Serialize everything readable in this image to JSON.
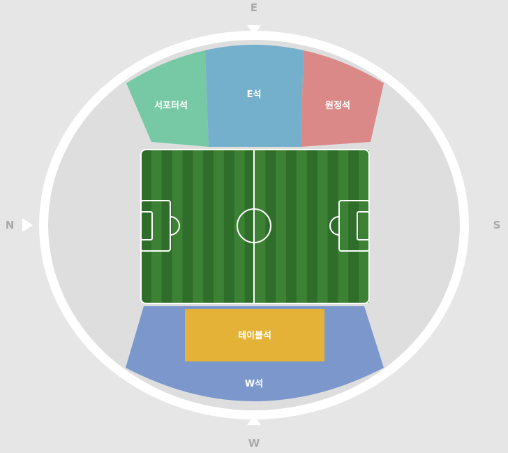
{
  "compass": {
    "north": "N",
    "south": "S",
    "east": "E",
    "west": "W"
  },
  "sections": {
    "supporters": {
      "label": "서포터석",
      "color": "#77c9a6"
    },
    "east": {
      "label": "E석",
      "color": "#74b0cc"
    },
    "away": {
      "label": "원정석",
      "color": "#da8888"
    },
    "table": {
      "label": "테이블석",
      "color": "#e3b236"
    },
    "west": {
      "label": "W석",
      "color": "#7b97cc"
    }
  },
  "colors": {
    "background": "#e6e6e6",
    "ring": "#ffffff",
    "inner": "#dedede",
    "pitch_dark": "#2f6d2b",
    "pitch_light": "#3c8134",
    "lines": "#ffffff"
  }
}
